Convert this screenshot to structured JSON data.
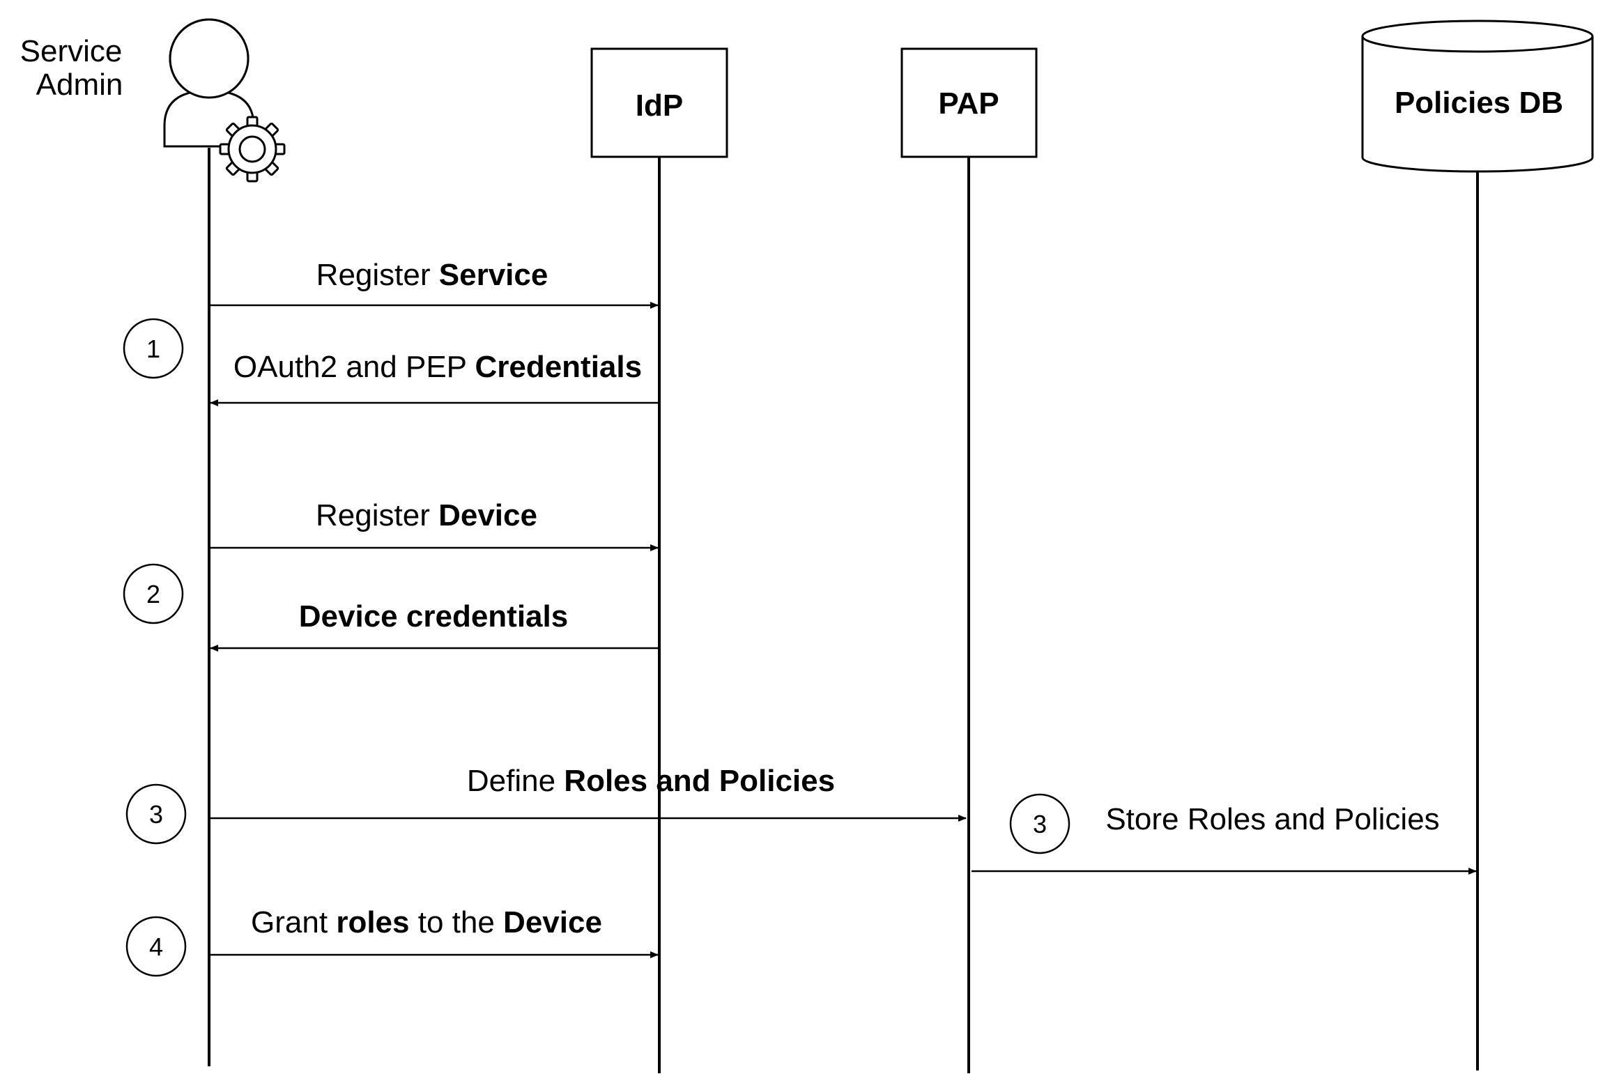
{
  "actor": {
    "line1": "Service",
    "line2": "Admin",
    "icon": "user-gear-icon"
  },
  "participants": {
    "idp": "IdP",
    "pap": "PAP",
    "policies_db": "Policies DB"
  },
  "messages": [
    {
      "id": "register-service",
      "plain": "Register ",
      "bold": "Service",
      "tail_plain": "",
      "tail_bold": ""
    },
    {
      "id": "oauth2-pep-credentials",
      "plain": "OAuth2 and PEP ",
      "bold": "Credentials",
      "tail_plain": "",
      "tail_bold": ""
    },
    {
      "id": "register-device",
      "plain": "Register ",
      "bold": "Device",
      "tail_plain": "",
      "tail_bold": ""
    },
    {
      "id": "device-credentials",
      "plain": "",
      "bold": "Device credentials",
      "tail_plain": "",
      "tail_bold": ""
    },
    {
      "id": "define-roles-policies",
      "plain": "Define ",
      "bold": "Roles and Policies",
      "tail_plain": "",
      "tail_bold": ""
    },
    {
      "id": "store-roles-policies",
      "plain": "Store Roles and Policies",
      "bold": "",
      "tail_plain": "",
      "tail_bold": ""
    },
    {
      "id": "grant-roles",
      "plain": "Grant ",
      "bold": "roles",
      "tail_plain": " to the ",
      "tail_bold": "Device"
    }
  ],
  "steps": [
    "1",
    "2",
    "3",
    "3",
    "4"
  ]
}
